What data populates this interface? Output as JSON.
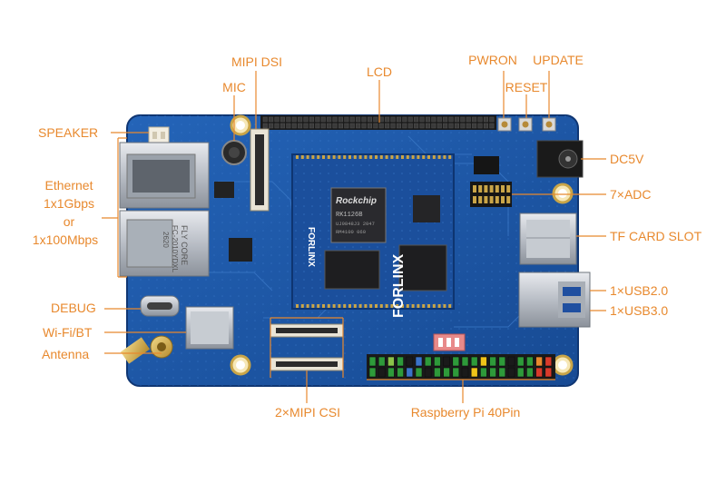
{
  "labels": {
    "mipi_dsi": "MIPI DSI",
    "mic": "MIC",
    "lcd": "LCD",
    "pwron": "PWRON",
    "update": "UPDATE",
    "reset": "RESET",
    "speaker": "SPEAKER",
    "ethernet_1": "Ethernet",
    "ethernet_2": "1x1Gbps",
    "ethernet_3": "or",
    "ethernet_4": "1x100Mbps",
    "debug": "DEBUG",
    "wifi_bt": "Wi-Fi/BT",
    "antenna": "Antenna",
    "dc5v": "DC5V",
    "adc": "7×ADC",
    "tf_card": "TF CARD SLOT",
    "usb2": "1×USB2.0",
    "usb3": "1×USB3.0",
    "mipi_csi": "2×MIPI CSI",
    "rpi_40pin": "Raspberry Pi 40Pin"
  },
  "board_markings": {
    "brand_logo": "FORLINX",
    "chip_brand": "Rockchip",
    "chip_model": "RK1126B",
    "chip_line2": "UJ9848J3 2047",
    "chip_line3": "RM4100 060",
    "rj45_line1": "FLY CORE",
    "rj45_line2": "FC-2010YDXL",
    "rj45_line3": "2620"
  },
  "colors": {
    "accent": "#e8892e",
    "pcb": "#1d57a8",
    "pcb_dark": "#123d7e",
    "gold": "#c9a548"
  }
}
